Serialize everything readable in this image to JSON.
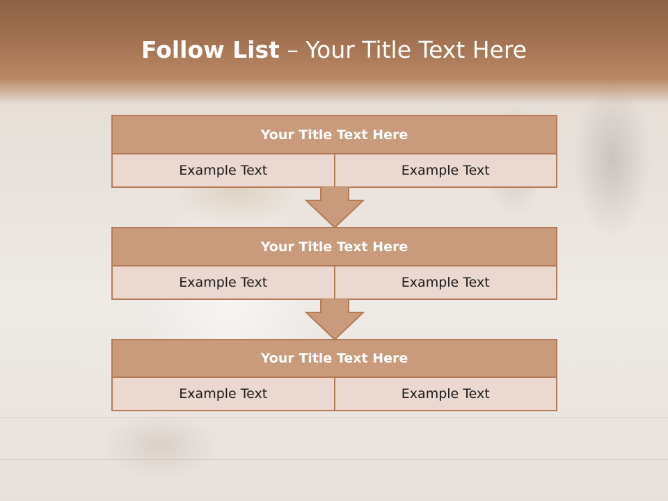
{
  "slide": {
    "title_bold": "Follow List",
    "title_rest": " – Your Title Text Here"
  },
  "groups": [
    {
      "title": "Your Title Text Here",
      "cells": [
        "Example Text",
        "Example Text"
      ]
    },
    {
      "title": "Your Title Text Here",
      "cells": [
        "Example Text",
        "Example Text"
      ]
    },
    {
      "title": "Your Title Text Here",
      "cells": [
        "Example Text",
        "Example Text"
      ]
    }
  ],
  "colors": {
    "header_band": "#a27252",
    "title_box": "#c99a7b",
    "cell_box": "#ebd8d0",
    "border": "#b57a55"
  },
  "icons": [
    "down-arrow-icon",
    "down-arrow-icon"
  ]
}
